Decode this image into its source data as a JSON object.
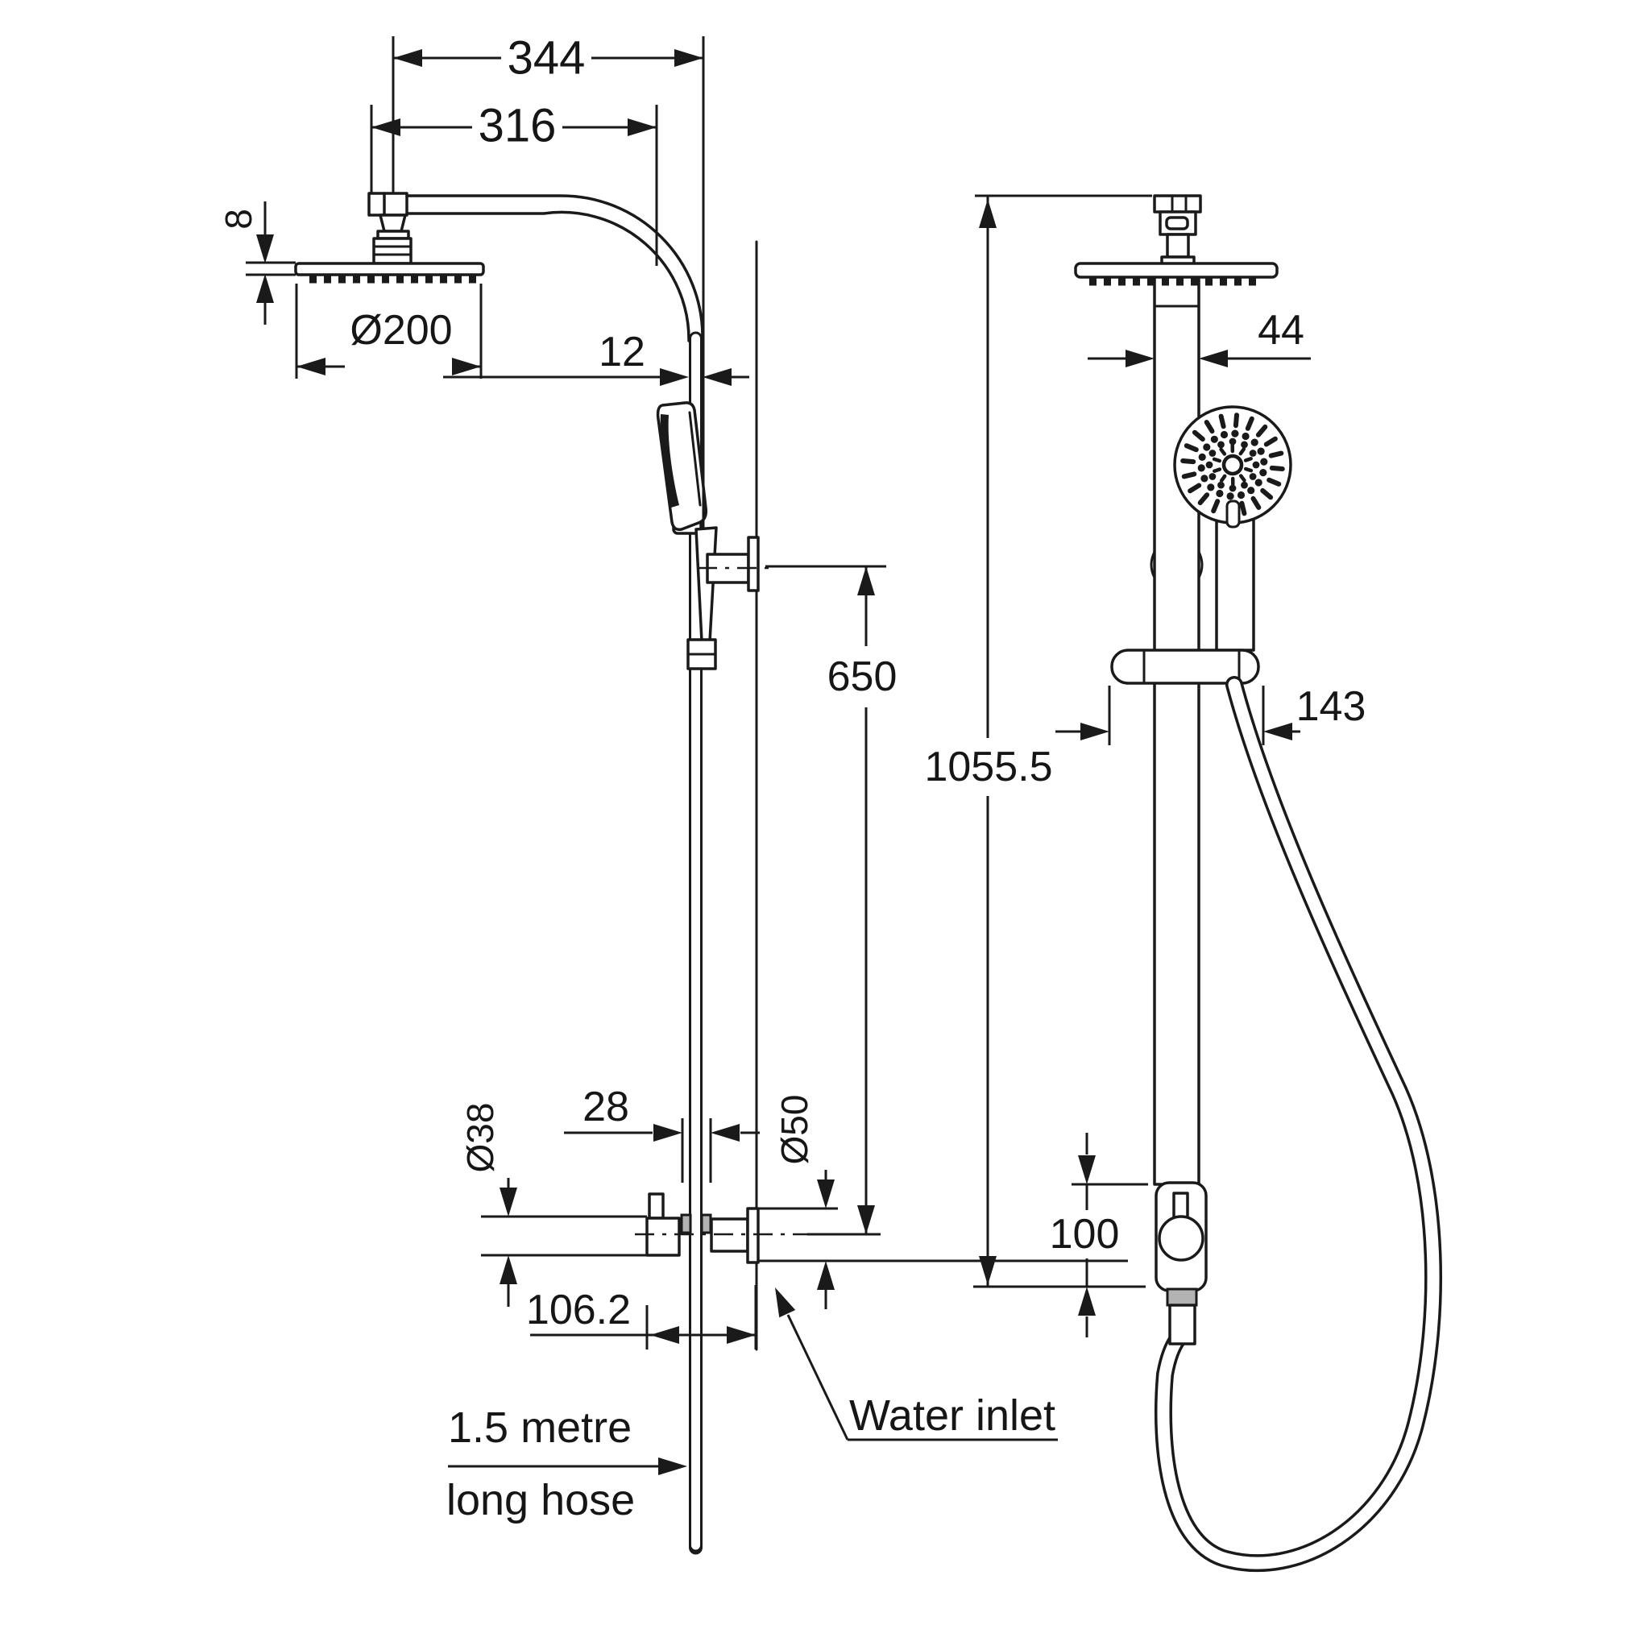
{
  "page": {
    "background_color": "#ffffff",
    "line_color": "#1a1a1a",
    "description_visible_content_only": true
  },
  "dimensions": {
    "arm_overall": "344",
    "arm_reach": "316",
    "head_thickness": "8",
    "head_diameter": "Ø200",
    "pipe_depth": "12",
    "holder_height": "650",
    "valve_diameter": "Ø38",
    "pipe_offset": "28",
    "flange_diameter": "Ø50",
    "inlet_projection": "106.2",
    "column_width": "44",
    "bracket_length": "143",
    "overall_height": "1055.5",
    "valve_height": "100"
  },
  "annotations": {
    "hose_line1": "1.5 metre",
    "hose_line2": "long hose",
    "water_inlet": "Water inlet"
  }
}
